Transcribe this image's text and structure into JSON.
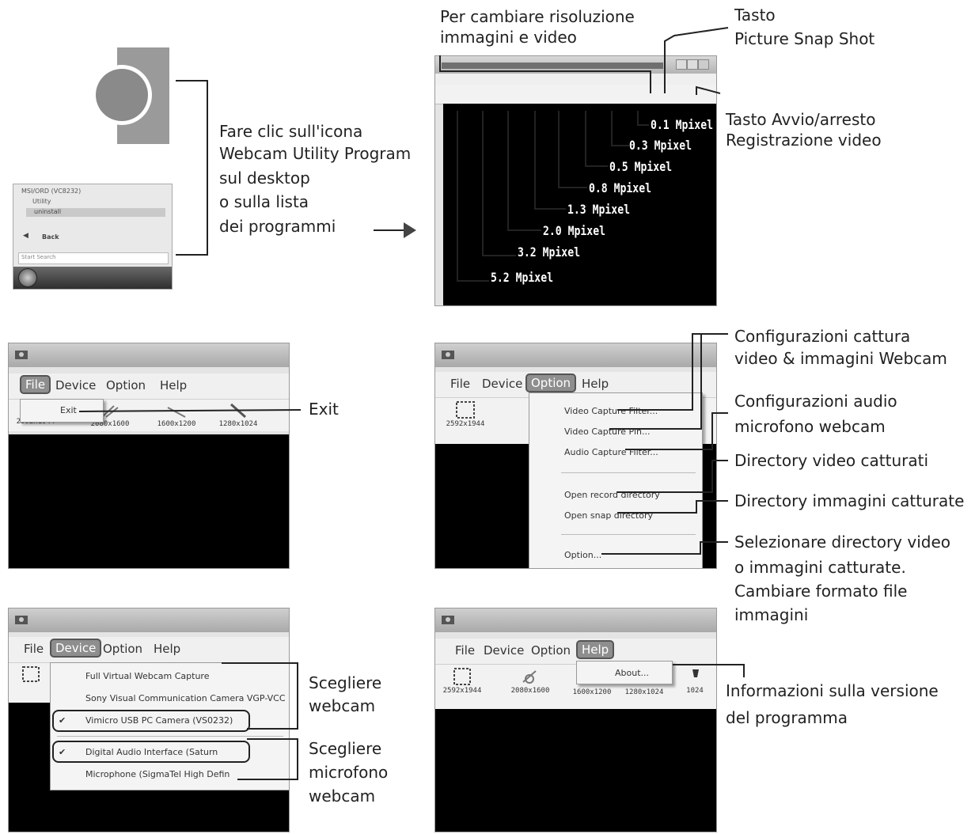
{
  "step1": {
    "instruction_lines": [
      "Fare clic sull'icona",
      "Webcam Utility Program",
      "sul desktop",
      "o sulla lista",
      "dei programmi"
    ],
    "start_menu": {
      "folder": "MSI/ORD (VC8232)",
      "items": [
        "Utility",
        "uninstall"
      ],
      "back": "Back",
      "search_placeholder": "Start Search"
    }
  },
  "step2": {
    "callouts": {
      "resolution": [
        "Per cambiare risoluzione",
        "immagini e video"
      ],
      "snapshot": [
        "Tasto",
        "Picture Snap Shot"
      ],
      "record": [
        "Tasto Avvio/arresto",
        "Registrazione video"
      ]
    },
    "resolutions": [
      "0.1 Mpixel",
      "0.3 Mpixel",
      "0.5 Mpixel",
      "0.8 Mpixel",
      "1.3 Mpixel",
      "2.0 Mpixel",
      "3.2 Mpixel",
      "5.2 Mpixel"
    ]
  },
  "menus": [
    "File",
    "Device",
    "Option",
    "Help"
  ],
  "toolbar_labels": [
    "2592x1944",
    "2080x1600",
    "1600x1200",
    "1280x1024",
    "1024"
  ],
  "file_panel": {
    "menu_item": "Exit",
    "callout": "Exit"
  },
  "option_panel": {
    "items": [
      "Video Capture Filter...",
      "Video Capture Pin...",
      "Audio Capture Filter...",
      "Open record directory",
      "Open snap directory",
      "Option..."
    ],
    "callouts": {
      "video_config": [
        "Configurazioni cattura",
        "video & immagini Webcam"
      ],
      "audio_config": [
        "Configurazioni audio",
        "microfono webcam"
      ],
      "video_dir": "Directory video catturati",
      "image_dir": "Directory immagini catturate",
      "options": [
        "Selezionare directory video",
        "o immagini catturate.",
        "Cambiare formato file",
        "immagini"
      ]
    }
  },
  "device_panel": {
    "items": [
      "Full Virtual Webcam Capture",
      "Sony Visual Communication Camera VGP-VCC",
      "Vimicro USB PC Camera (VS0232)",
      "Digital Audio Interface (Saturn",
      "Microphone (SigmaTel High Defin"
    ],
    "callouts": {
      "webcam": [
        "Scegliere",
        "webcam"
      ],
      "mic": [
        "Scegliere",
        "microfono",
        "webcam"
      ]
    }
  },
  "help_panel": {
    "menu_item": "About...",
    "callout": [
      "Informazioni sulla versione",
      "del programma"
    ]
  },
  "colors": {
    "video_bg": "#000000",
    "highlight": "#8e8e8e",
    "text": "#222222"
  }
}
